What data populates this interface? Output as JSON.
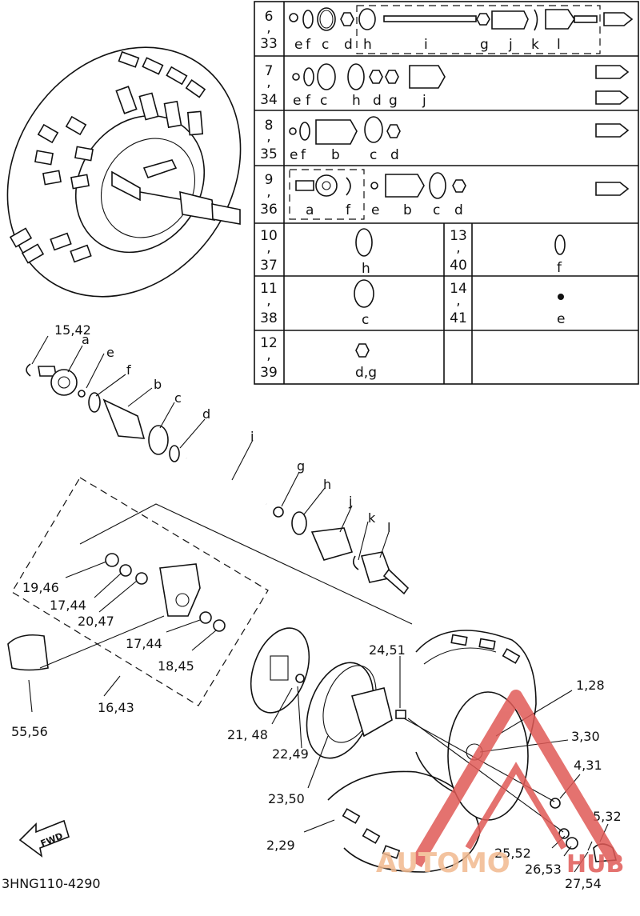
{
  "diagram_code": "3HNG110-4290",
  "fwd_label": "FWD",
  "watermark": {
    "brand_a": "AUTOMO",
    "brand_b": "HUB",
    "color": "#e05a57"
  },
  "table": {
    "rows": [
      {
        "a": "6",
        "sep": ",",
        "b": "33",
        "parts": [
          "e",
          "f",
          "c",
          "d",
          "h",
          "i",
          "g",
          "j",
          "k",
          "l"
        ]
      },
      {
        "a": "7",
        "sep": ",",
        "b": "34",
        "parts": [
          "e",
          "f",
          "c",
          "h",
          "d",
          "g",
          "j"
        ]
      },
      {
        "a": "8",
        "sep": ",",
        "b": "35",
        "parts": [
          "e",
          "f",
          "b",
          "c",
          "d"
        ]
      },
      {
        "a": "9",
        "sep": ",",
        "b": "36",
        "parts": [
          "a",
          "f",
          "e",
          "b",
          "c",
          "d"
        ]
      }
    ],
    "split_rows": [
      {
        "left": {
          "a": "10",
          "sep": ",",
          "b": "37",
          "part": "h"
        },
        "right": {
          "a": "13",
          "sep": ",",
          "b": "40",
          "part": "f"
        }
      },
      {
        "left": {
          "a": "11",
          "sep": ",",
          "b": "38",
          "part": "c"
        },
        "right": {
          "a": "14",
          "sep": ",",
          "b": "41",
          "part": "e"
        }
      },
      {
        "left": {
          "a": "12",
          "sep": ",",
          "b": "39",
          "part": "d,g"
        },
        "right": null
      }
    ]
  },
  "callouts": {
    "c15_42": "15,42",
    "a": "a",
    "e": "e",
    "f": "f",
    "b": "b",
    "c": "c",
    "d": "d",
    "i": "i",
    "g": "g",
    "h": "h",
    "j": "j",
    "k": "k",
    "l": "l",
    "c19_46": "19,46",
    "c17_44a": "17,44",
    "c20_47": "20,47",
    "c17_44b": "17,44",
    "c18_45": "18,45",
    "c16_43": "16,43",
    "c55_56": "55,56",
    "c24_51": "24,51",
    "c1_28": "1,28",
    "c3_30": "3,30",
    "c4_31": "4,31",
    "c5_32": "5,32",
    "c21_48": "21, 48",
    "c22_49": "22,49",
    "c23_50": "23,50",
    "c2_29": "2,29",
    "c25_52": "25,52",
    "c26_53": "26,53",
    "c27_54": "27,54"
  }
}
